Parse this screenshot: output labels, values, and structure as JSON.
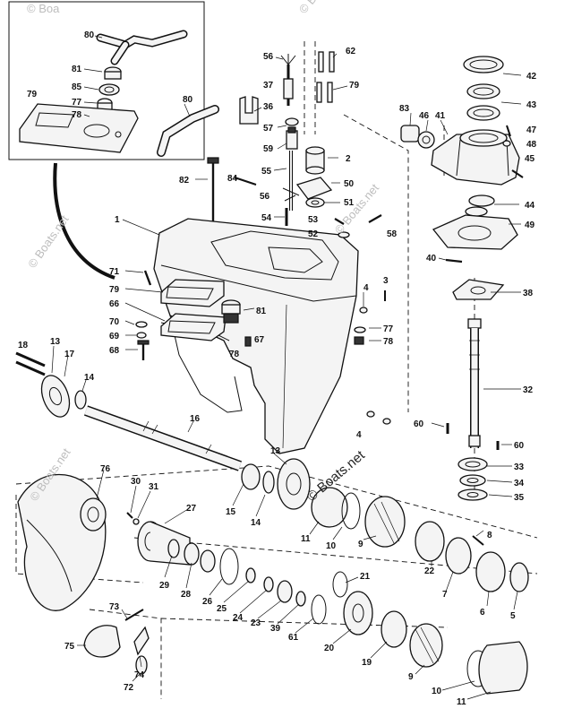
{
  "watermark": {
    "text": "© Boats.net",
    "short": "© Boa"
  },
  "callouts": {
    "c80a": "80",
    "c81a": "81",
    "c85": "85",
    "c77a": "77",
    "c78a": "78",
    "c79a": "79",
    "c80b": "80",
    "c56a": "56",
    "c37": "37",
    "c36": "36",
    "c57": "57",
    "c59": "59",
    "c62": "62",
    "c79b": "79",
    "c42": "42",
    "c43": "43",
    "c83": "83",
    "c46": "46",
    "c41": "41",
    "c47": "47",
    "c48": "48",
    "c45": "45",
    "c2": "2",
    "c82": "82",
    "c84": "84",
    "c55": "55",
    "c56b": "56",
    "c50": "50",
    "c51": "51",
    "c44": "44",
    "c49": "49",
    "c53": "53",
    "c52": "52",
    "c58": "58",
    "c54": "54",
    "c1": "1",
    "c40": "40",
    "c71": "71",
    "c79c": "79",
    "c3": "3",
    "c4a": "4",
    "c38": "38",
    "c66": "66",
    "c81b": "81",
    "c70": "70",
    "c69": "69",
    "c68": "68",
    "c67": "67",
    "c78b": "78",
    "c77b": "77",
    "c78c": "78",
    "c18": "18",
    "c13a": "13",
    "c17": "17",
    "c14a": "14",
    "c32": "32",
    "c16": "16",
    "c60a": "60",
    "c4b": "4",
    "c60b": "60",
    "c76": "76",
    "c13b": "13",
    "c33": "33",
    "c30": "30",
    "c31": "31",
    "c27": "27",
    "c15": "15",
    "c14b": "14",
    "c34": "34",
    "c35": "35",
    "c11a": "11",
    "c10a": "10",
    "c9a": "9",
    "c8": "8",
    "c22": "22",
    "c7": "7",
    "c29": "29",
    "c28": "28",
    "c26": "26",
    "c25": "25",
    "c24": "24",
    "c23": "23",
    "c39": "39",
    "c61": "61",
    "c21": "21",
    "c20": "20",
    "c19": "19",
    "c9b": "9",
    "c6": "6",
    "c5": "5",
    "c73": "73",
    "c75": "75",
    "c74": "74",
    "c72": "72",
    "c10b": "10",
    "c11b": "11"
  }
}
